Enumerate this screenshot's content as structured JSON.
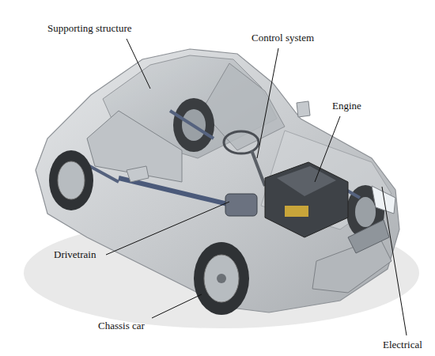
{
  "diagram": {
    "labels": [
      "Supporting structure",
      "Control system",
      "Engine",
      "Drivetrain",
      "Chassis car",
      "Electrical"
    ]
  }
}
